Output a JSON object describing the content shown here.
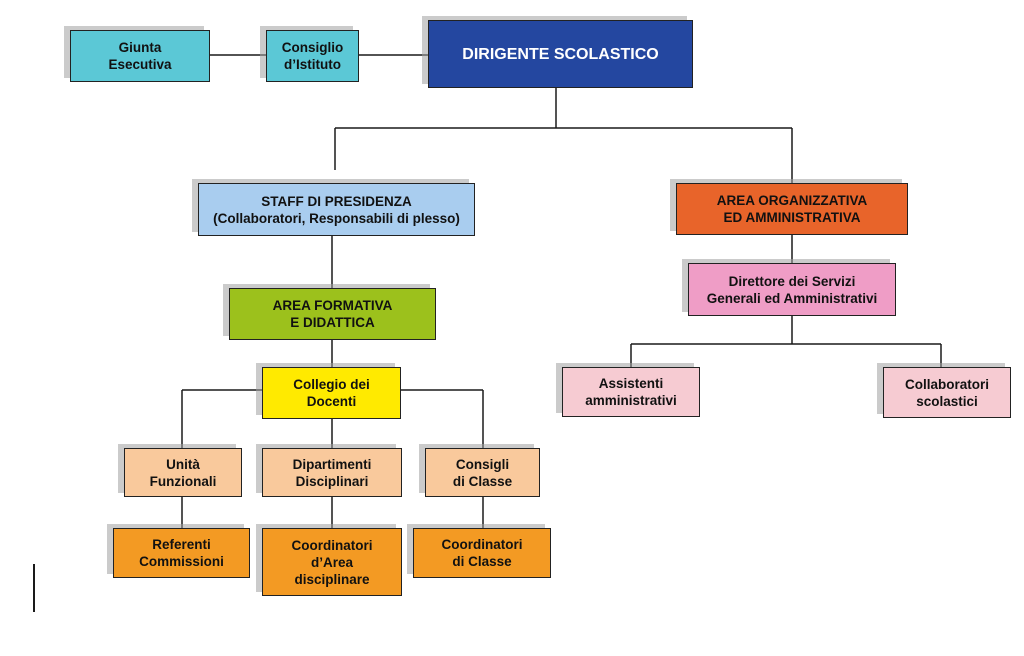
{
  "colors": {
    "cyan": "#5bc8d6",
    "navy": "#2447a0",
    "light_blue": "#a9cdef",
    "orange_red": "#e8642a",
    "green": "#9cc11c",
    "yellow": "#ffea00",
    "pink": "#ef9dc6",
    "light_pink": "#f6cbd2",
    "peach": "#f9c99c",
    "orange": "#f39a23",
    "line": "#1a1a1a"
  },
  "nodes": {
    "giunta": "Giunta\nEsecutiva",
    "consiglio": "Consiglio\nd’Istituto",
    "dirigente": "DIRIGENTE SCOLASTICO",
    "staff": "STAFF DI PRESIDENZA\n(Collaboratori, Responsabili di plesso)",
    "area_org": "AREA ORGANIZZATIVA\nED AMMINISTRATIVA",
    "area_form": "AREA FORMATIVA\nE DIDATTICA",
    "direttore": "Direttore dei Servizi\nGenerali ed Amministrativi",
    "collegio": "Collegio dei\nDocenti",
    "assistenti": "Assistenti\namministrativi",
    "collaboratori": "Collaboratori\nscolastici",
    "unita": "Unità\nFunzionali",
    "dipartimenti": "Dipartimenti\nDisciplinari",
    "consigli": "Consigli\ndi Classe",
    "referenti": "Referenti\nCommissioni",
    "coord_area": "Coordinatori\nd’Area\ndisciplinare",
    "coord_classe": "Coordinatori\ndi Classe"
  }
}
